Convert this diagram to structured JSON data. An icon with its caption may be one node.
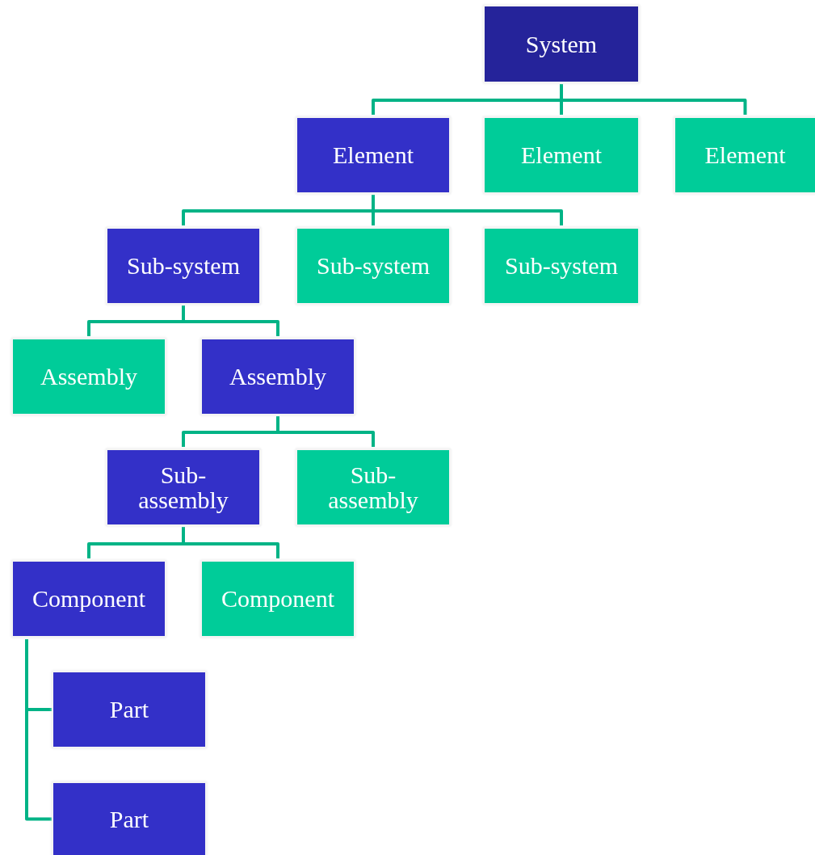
{
  "diagram": {
    "nodes": [
      {
        "text": [
          "System"
        ]
      },
      {
        "text": [
          "Element"
        ]
      },
      {
        "text": [
          "Element"
        ]
      },
      {
        "text": [
          "Element"
        ]
      },
      {
        "text": [
          "Sub-system"
        ]
      },
      {
        "text": [
          "Sub-system"
        ]
      },
      {
        "text": [
          "Sub-system"
        ]
      },
      {
        "text": [
          "Assembly"
        ]
      },
      {
        "text": [
          "Assembly"
        ]
      },
      {
        "text": [
          "Sub-assembly"
        ]
      },
      {
        "text": [
          "Sub-assembly"
        ]
      },
      {
        "text": [
          "Component"
        ]
      },
      {
        "text": [
          "Component"
        ]
      },
      {
        "text": [
          "Part"
        ]
      },
      {
        "text": [
          "Part"
        ]
      }
    ],
    "edges": [
      {
        "from": 0,
        "to": 1,
        "arrow": "none"
      },
      {
        "from": 0,
        "to": 2,
        "arrow": "none"
      },
      {
        "from": 0,
        "to": 3,
        "arrow": "none"
      },
      {
        "from": 1,
        "to": 4,
        "arrow": "none"
      },
      {
        "from": 1,
        "to": 5,
        "arrow": "none"
      },
      {
        "from": 1,
        "to": 6,
        "arrow": "none"
      },
      {
        "from": 4,
        "to": 7,
        "arrow": "none"
      },
      {
        "from": 4,
        "to": 8,
        "arrow": "none"
      },
      {
        "from": 8,
        "to": 9,
        "arrow": "none"
      },
      {
        "from": 8,
        "to": 10,
        "arrow": "none"
      },
      {
        "from": 9,
        "to": 11,
        "arrow": "none"
      },
      {
        "from": 9,
        "to": 12,
        "arrow": "none"
      },
      {
        "from": 11,
        "to": 13,
        "arrow": "none"
      },
      {
        "from": 11,
        "to": 14,
        "arrow": "none"
      }
    ]
  }
}
